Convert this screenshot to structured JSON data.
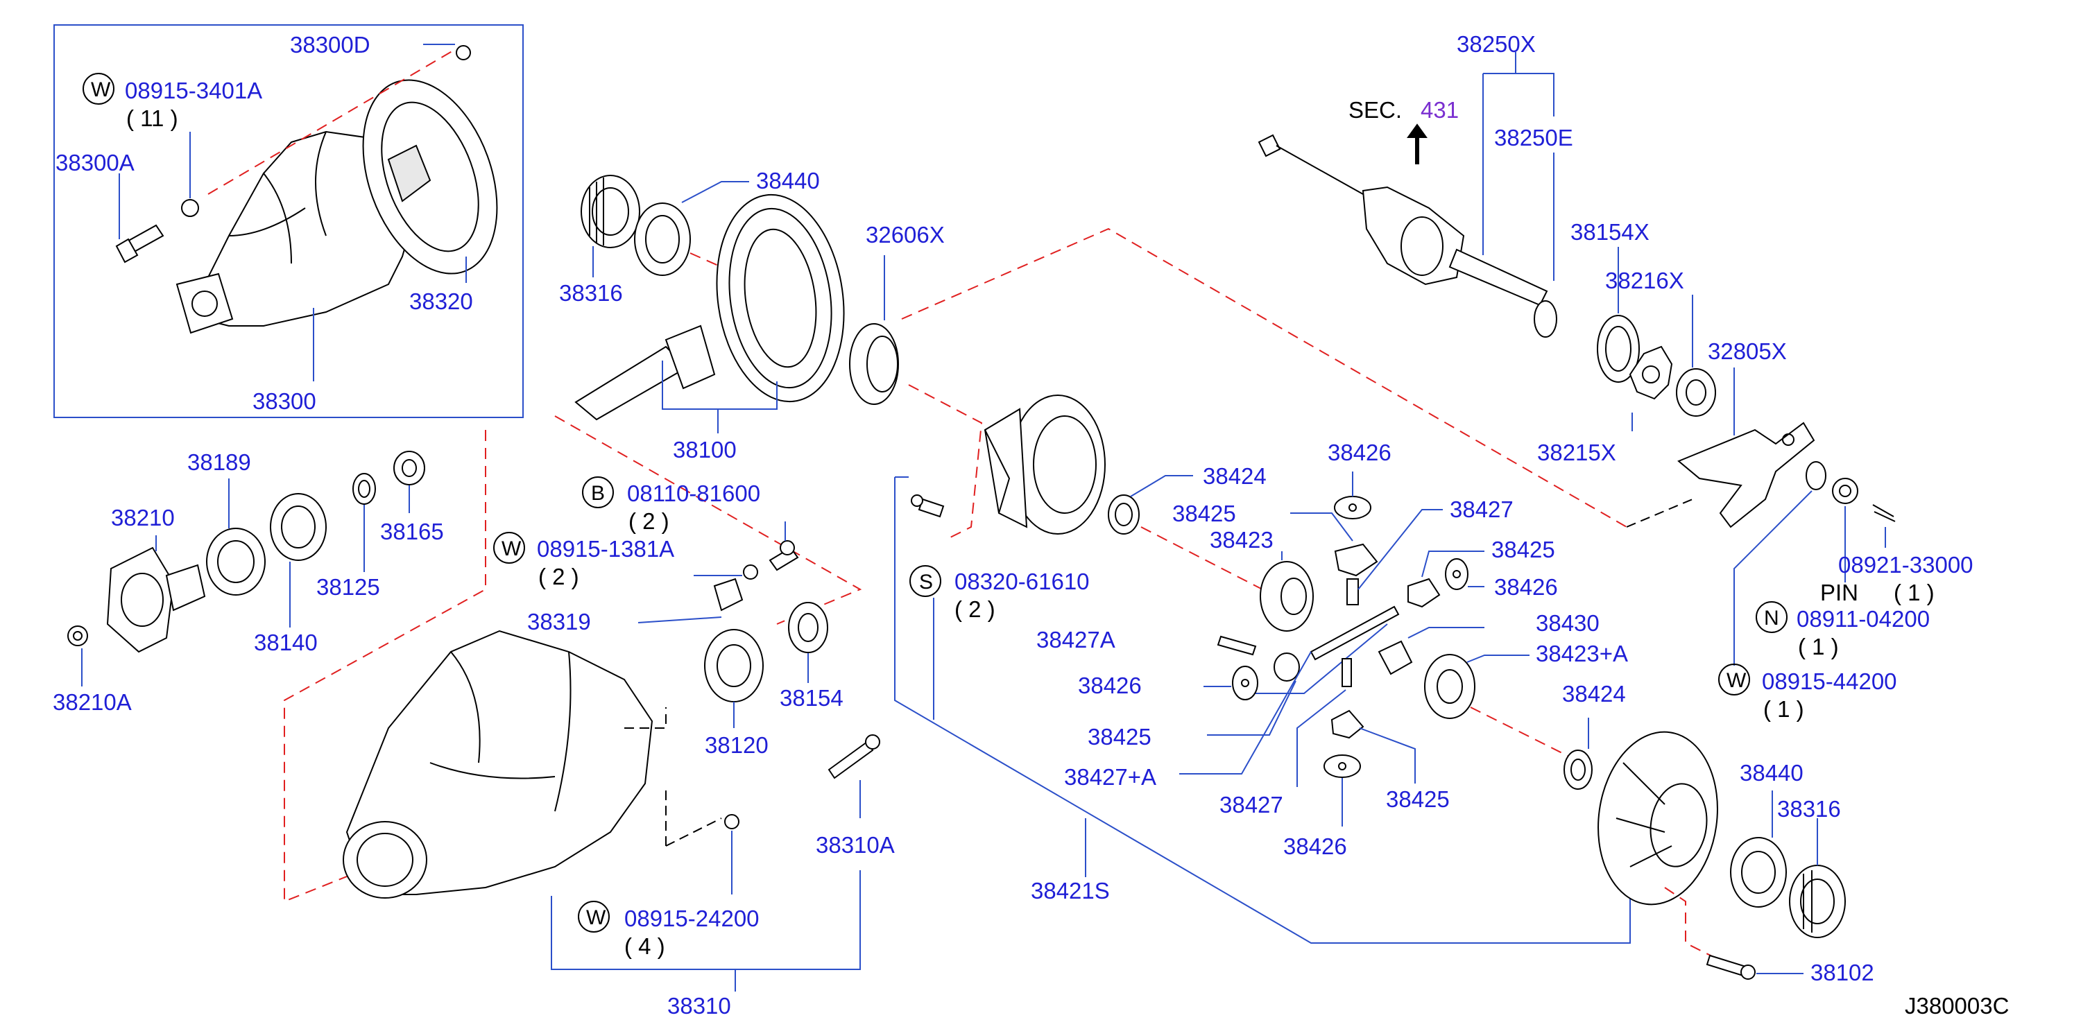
{
  "diagram": {
    "id": "J380003C",
    "section_ref": {
      "prefix": "SEC.",
      "number": "431"
    },
    "labels": {
      "l38300D": "38300D",
      "l08915_3401A": "08915-3401A",
      "q11": "( 11 )",
      "l38300A": "38300A",
      "l38320": "38320",
      "l38300": "38300",
      "l38440_top": "38440",
      "l38316_top": "38316",
      "l32606X": "32606X",
      "l38100": "38100",
      "l38189": "38189",
      "l38210": "38210",
      "l38165": "38165",
      "l38125": "38125",
      "l38140": "38140",
      "l38210A": "38210A",
      "l08110_81600": "08110-81600",
      "q2_b": "( 2 )",
      "l08915_1381A": "08915-1381A",
      "q2_w1": "( 2 )",
      "l38319": "38319",
      "l38154": "38154",
      "l38120": "38120",
      "l38310A": "38310A",
      "l08915_24200": "08915-24200",
      "q4": "( 4 )",
      "l38310": "38310",
      "l08320_61610": "08320-61610",
      "q2_s": "( 2 )",
      "l38421S": "38421S",
      "l38424_a": "38424",
      "l38425_a": "38425",
      "l38423": "38423",
      "l38427A": "38427A",
      "l38426_a": "38426",
      "l38425_b": "38425",
      "l38427pA": "38427+A",
      "l38426_top": "38426",
      "l38427_a": "38427",
      "l38425_c": "38425",
      "l38426_b": "38426",
      "l38430": "38430",
      "l38423pA": "38423+A",
      "l38427_b": "38427",
      "l38425_d": "38425",
      "l38426_c": "38426",
      "l38424_b": "38424",
      "l38250X": "38250X",
      "l38250E": "38250E",
      "l38154X": "38154X",
      "l38216X": "38216X",
      "l32805X": "32805X",
      "l38215X": "38215X",
      "l08921_33000": "08921-33000",
      "pin": "PIN",
      "q1_pin": "( 1 )",
      "l08911_04200": "08911-04200",
      "q1_n": "( 1 )",
      "l08915_44200": "08915-44200",
      "q1_w": "( 1 )",
      "l38440_b": "38440",
      "l38316_b": "38316",
      "l38102": "38102"
    },
    "circle_letters": {
      "w": "W",
      "b": "B",
      "s": "S",
      "n": "N"
    },
    "colors": {
      "label": "#1f1fd6",
      "leader": "#2b4fc9",
      "phantom": "#e02020",
      "section_link": "#7a2fd0"
    }
  }
}
